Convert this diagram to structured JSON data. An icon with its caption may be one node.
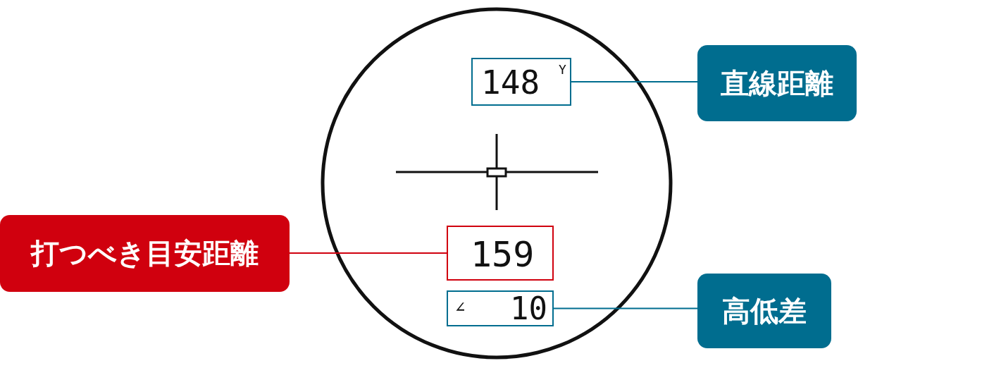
{
  "diagram": {
    "nodes": [
      {
        "text": [
          "148",
          "Y"
        ]
      },
      {
        "text": [
          "直線距離"
        ]
      },
      {
        "text": [
          "打つべき目安距離"
        ]
      },
      {
        "text": [
          "159"
        ]
      },
      {
        "text": [
          "∠",
          "10"
        ]
      },
      {
        "text": [
          "高低差"
        ]
      }
    ],
    "edges": [
      {
        "from": 1,
        "to": 0,
        "arrow": "none"
      },
      {
        "from": 2,
        "to": 3,
        "arrow": "none",
        "color": "#d0000e"
      },
      {
        "from": 5,
        "to": 4,
        "arrow": "none"
      }
    ]
  }
}
